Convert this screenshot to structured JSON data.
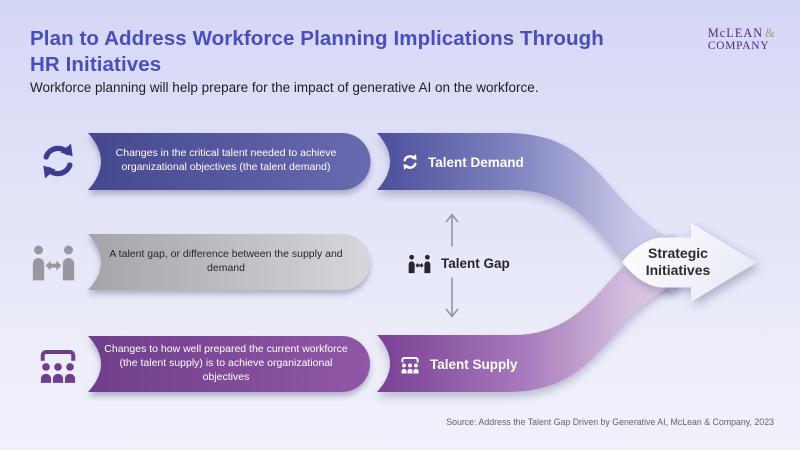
{
  "header": {
    "title_line1": "Plan to Address Workforce Planning Implications Through",
    "title_line2": "HR Initiatives",
    "subtitle": "Workforce planning will help prepare for the impact of generative AI on the workforce."
  },
  "logo": {
    "line1": "McLEAN",
    "amp": "&",
    "line2": "COMPANY"
  },
  "rows": [
    {
      "icon": "refresh-icon",
      "text": "Changes in the critical talent needed to achieve organizational objectives (the talent demand)"
    },
    {
      "icon": "people-gap-icon",
      "text": "A talent gap, or difference between the supply and demand"
    },
    {
      "icon": "audience-icon",
      "text": "Changes to how well prepared the current workforce (the talent supply) is to achieve organizational objectives"
    }
  ],
  "flow": {
    "demand_label": "Talent Demand",
    "gap_label": "Talent Gap",
    "supply_label": "Talent Supply",
    "strategic_line1": "Strategic",
    "strategic_line2": "Initiatives"
  },
  "source": "Source: Address the Talent Gap Driven by Generative AI, McLean & Company, 2023",
  "colors": {
    "title_indigo": "#4a4eba",
    "pill_demand": "#46478f",
    "pill_gap": "#a4a5ab",
    "pill_supply": "#6f3e8b",
    "band_demand_start": "#4d4e9b",
    "band_supply_start": "#793f93",
    "logo_purple": "#4c2b7d",
    "arrow_white": "#ffffff"
  }
}
